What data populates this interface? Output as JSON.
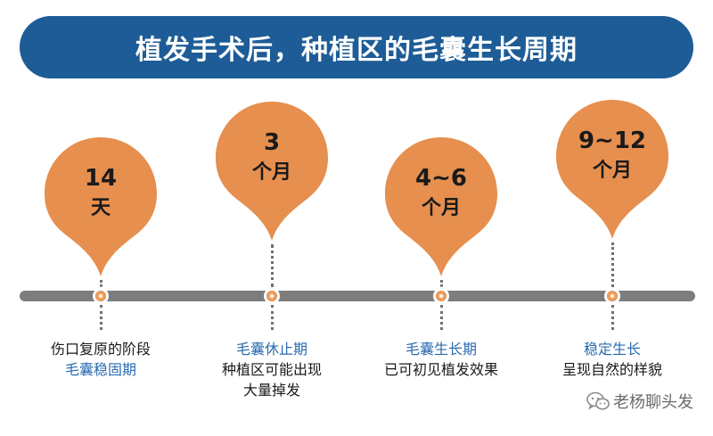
{
  "title": "植发手术后，种植区的毛囊生长周期",
  "accent": "#e68f4e",
  "banner_color": "#1d5c96",
  "stages": [
    {
      "pin_lines": [
        "14",
        "天"
      ],
      "label_lines": [
        {
          "text": "伤口复原的阶段",
          "color": "dark"
        },
        {
          "text": "毛囊稳固期",
          "color": "blue"
        }
      ]
    },
    {
      "pin_lines": [
        "3",
        "个月"
      ],
      "label_lines": [
        {
          "text": "毛囊休止期",
          "color": "blue"
        },
        {
          "text": "种植区可能出现",
          "color": "dark"
        },
        {
          "text": "大量掉发",
          "color": "dark"
        }
      ]
    },
    {
      "pin_lines": [
        "4~6",
        "个月"
      ],
      "label_lines": [
        {
          "text": "毛囊生长期",
          "color": "blue"
        },
        {
          "text": "已可初见植发效果",
          "color": "dark"
        }
      ]
    },
    {
      "pin_lines": [
        "9~12",
        "个月"
      ],
      "label_lines": [
        {
          "text": "稳定生长",
          "color": "blue"
        },
        {
          "text": "呈现自然的样貌",
          "color": "dark"
        }
      ]
    }
  ],
  "watermark": "老杨聊头发",
  "watermark_icon": "wechat-icon"
}
